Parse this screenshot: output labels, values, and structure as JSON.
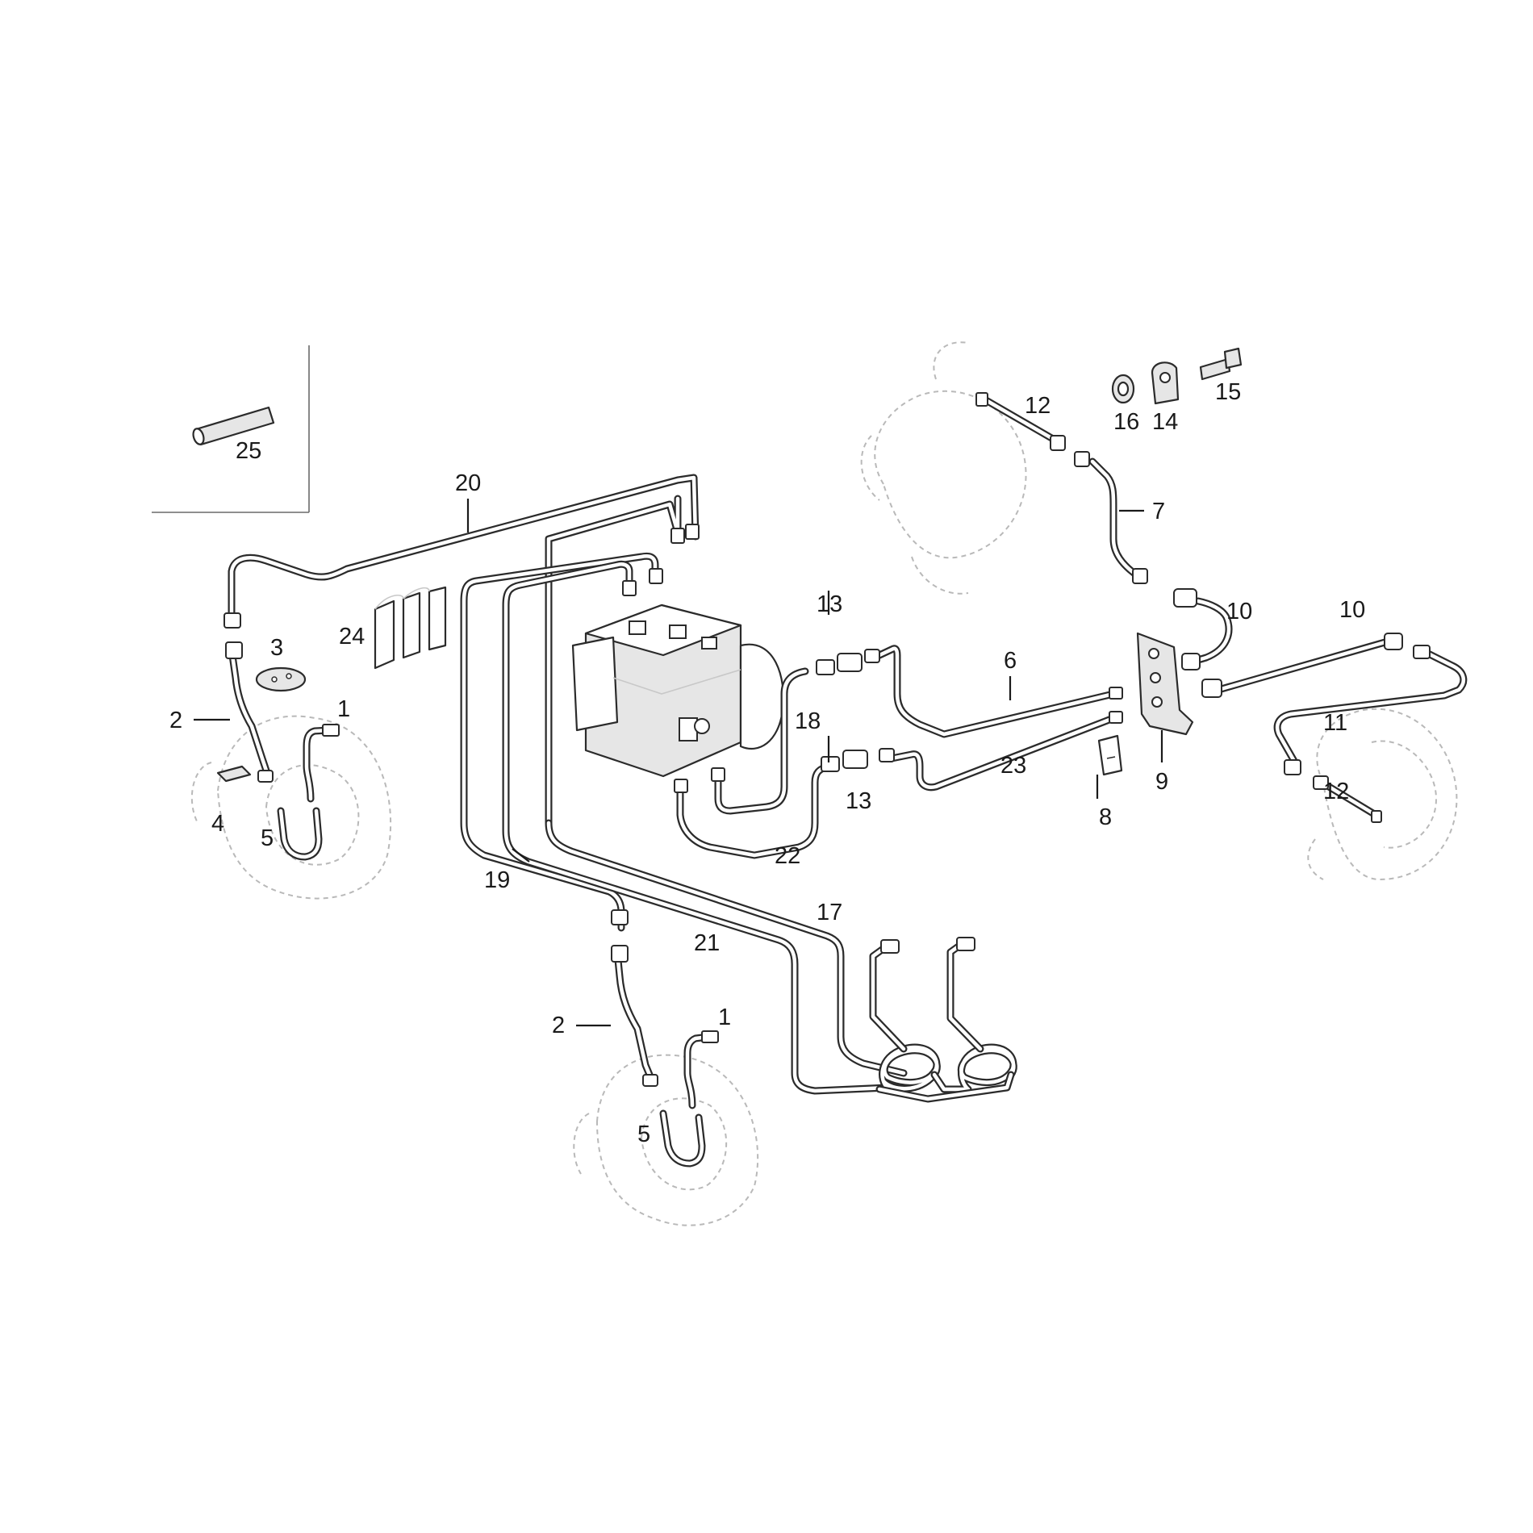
{
  "diagram": {
    "type": "exploded parts diagram",
    "labels": [
      {
        "id": "l1a",
        "text": "1"
      },
      {
        "id": "l1b",
        "text": "1"
      },
      {
        "id": "l2a",
        "text": "2"
      },
      {
        "id": "l2b",
        "text": "2"
      },
      {
        "id": "l3",
        "text": "3"
      },
      {
        "id": "l4",
        "text": "4"
      },
      {
        "id": "l5a",
        "text": "5"
      },
      {
        "id": "l5b",
        "text": "5"
      },
      {
        "id": "l6",
        "text": "6"
      },
      {
        "id": "l7",
        "text": "7"
      },
      {
        "id": "l8",
        "text": "8"
      },
      {
        "id": "l9",
        "text": "9"
      },
      {
        "id": "l10a",
        "text": "10"
      },
      {
        "id": "l10b",
        "text": "10"
      },
      {
        "id": "l11",
        "text": "11"
      },
      {
        "id": "l12a",
        "text": "12"
      },
      {
        "id": "l12b",
        "text": "12"
      },
      {
        "id": "l13a",
        "text": "13"
      },
      {
        "id": "l13b",
        "text": "13"
      },
      {
        "id": "l14",
        "text": "14"
      },
      {
        "id": "l15",
        "text": "15"
      },
      {
        "id": "l16",
        "text": "16"
      },
      {
        "id": "l17",
        "text": "17"
      },
      {
        "id": "l18",
        "text": "18"
      },
      {
        "id": "l19",
        "text": "19"
      },
      {
        "id": "l20",
        "text": "20"
      },
      {
        "id": "l21",
        "text": "21"
      },
      {
        "id": "l22",
        "text": "22"
      },
      {
        "id": "l23",
        "text": "23"
      },
      {
        "id": "l24",
        "text": "24"
      },
      {
        "id": "l25",
        "text": "25"
      }
    ]
  }
}
